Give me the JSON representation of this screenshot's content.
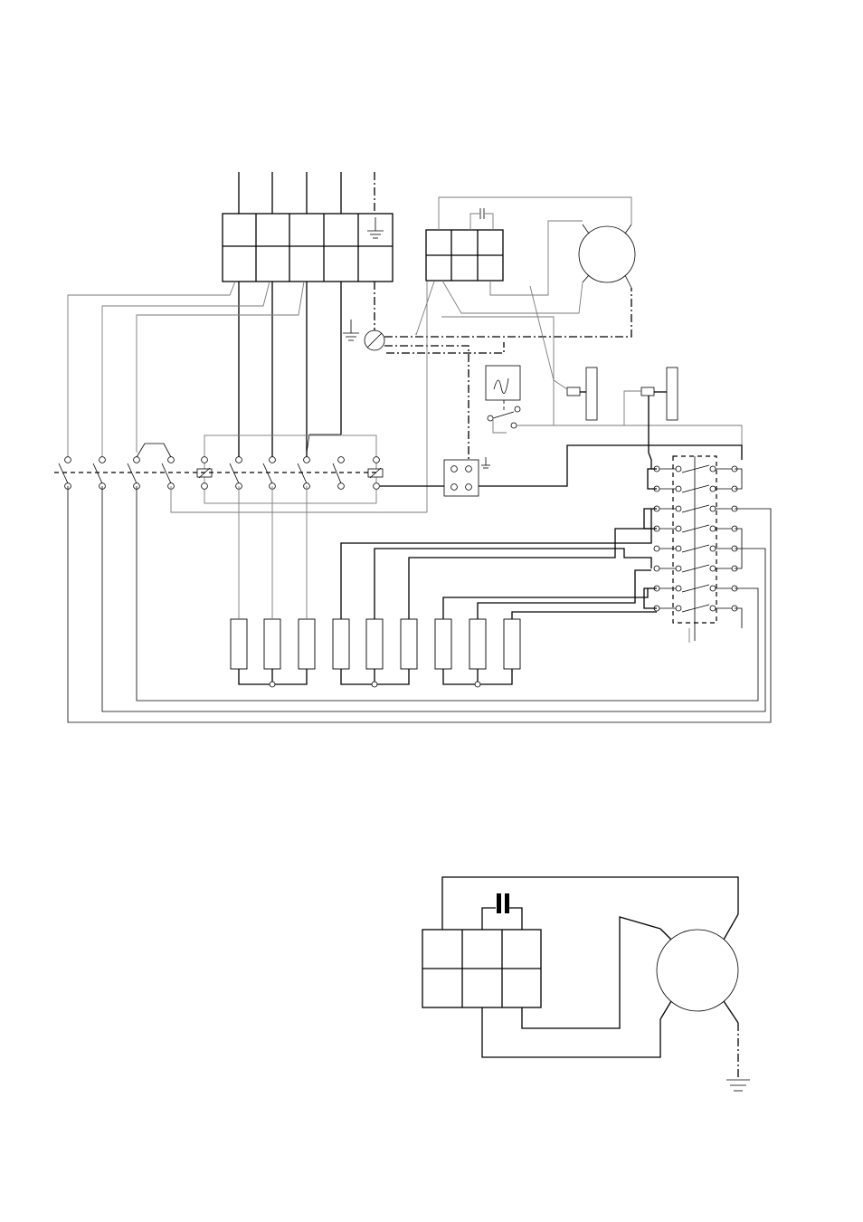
{
  "diagram": {
    "kind": "electrical wiring schematic",
    "labels": [],
    "colors": {
      "line": "#000000",
      "secondary_line": "#7a7a7a",
      "background": "#ffffff"
    },
    "main_schematic": {
      "supply_terminal_block": {
        "live_terminals": 4,
        "earth_terminals": 1,
        "earth_symbol": "ground-icon"
      },
      "motor_terminal_block": {
        "terminals": 3,
        "capacitor": true
      },
      "motor": {
        "symbol": "motor-icon"
      },
      "contactor": {
        "contacts": 10,
        "coils": 2
      },
      "heating_elements": 9,
      "element_groups": 3,
      "switch_pairs": 8
    },
    "detail_schematic": {
      "motor_terminal_block": {
        "terminals": 6,
        "capacitor": true
      },
      "motor": {
        "symbol": "motor-icon"
      },
      "earth_symbol": "ground-icon"
    }
  }
}
